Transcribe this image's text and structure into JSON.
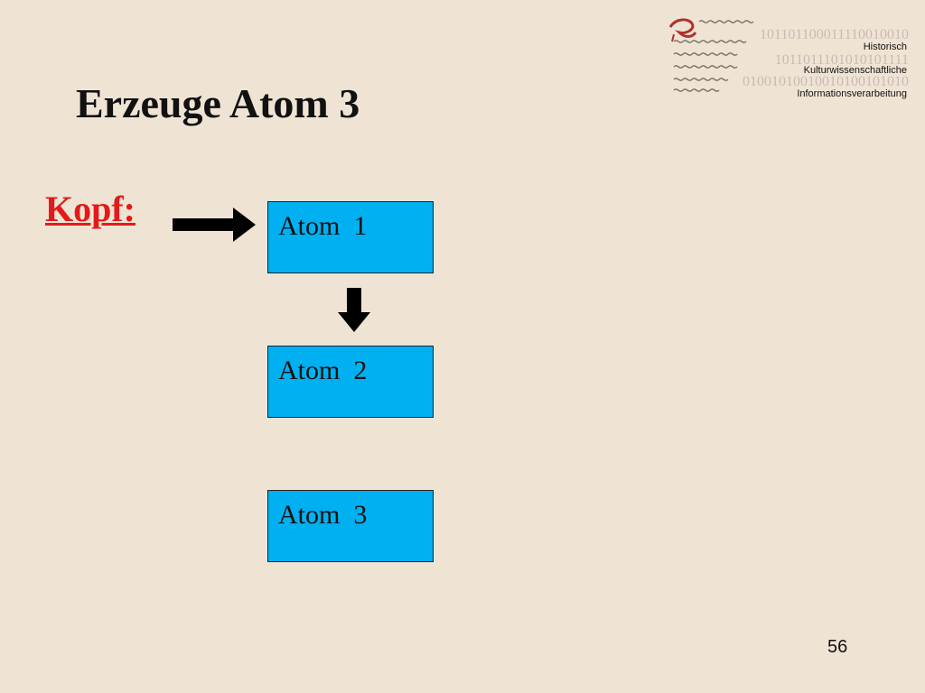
{
  "slide": {
    "title": "Erzeuge Atom 3",
    "page_number": "56"
  },
  "logo": {
    "binary_lines": [
      "101101100011110010010",
      "1011011101010101111",
      "01001010010010100101010"
    ],
    "institute_lines": [
      "Historisch",
      "Kulturwissenschaftliche",
      "Informationsverarbeitung"
    ]
  },
  "diagram": {
    "head_label": "Kopf:",
    "head_color": "#e41a1a",
    "box_color": "#00b0f0",
    "atoms": [
      {
        "label": "Atom  1"
      },
      {
        "label": "Atom  2"
      },
      {
        "label": "Atom  3"
      }
    ]
  }
}
